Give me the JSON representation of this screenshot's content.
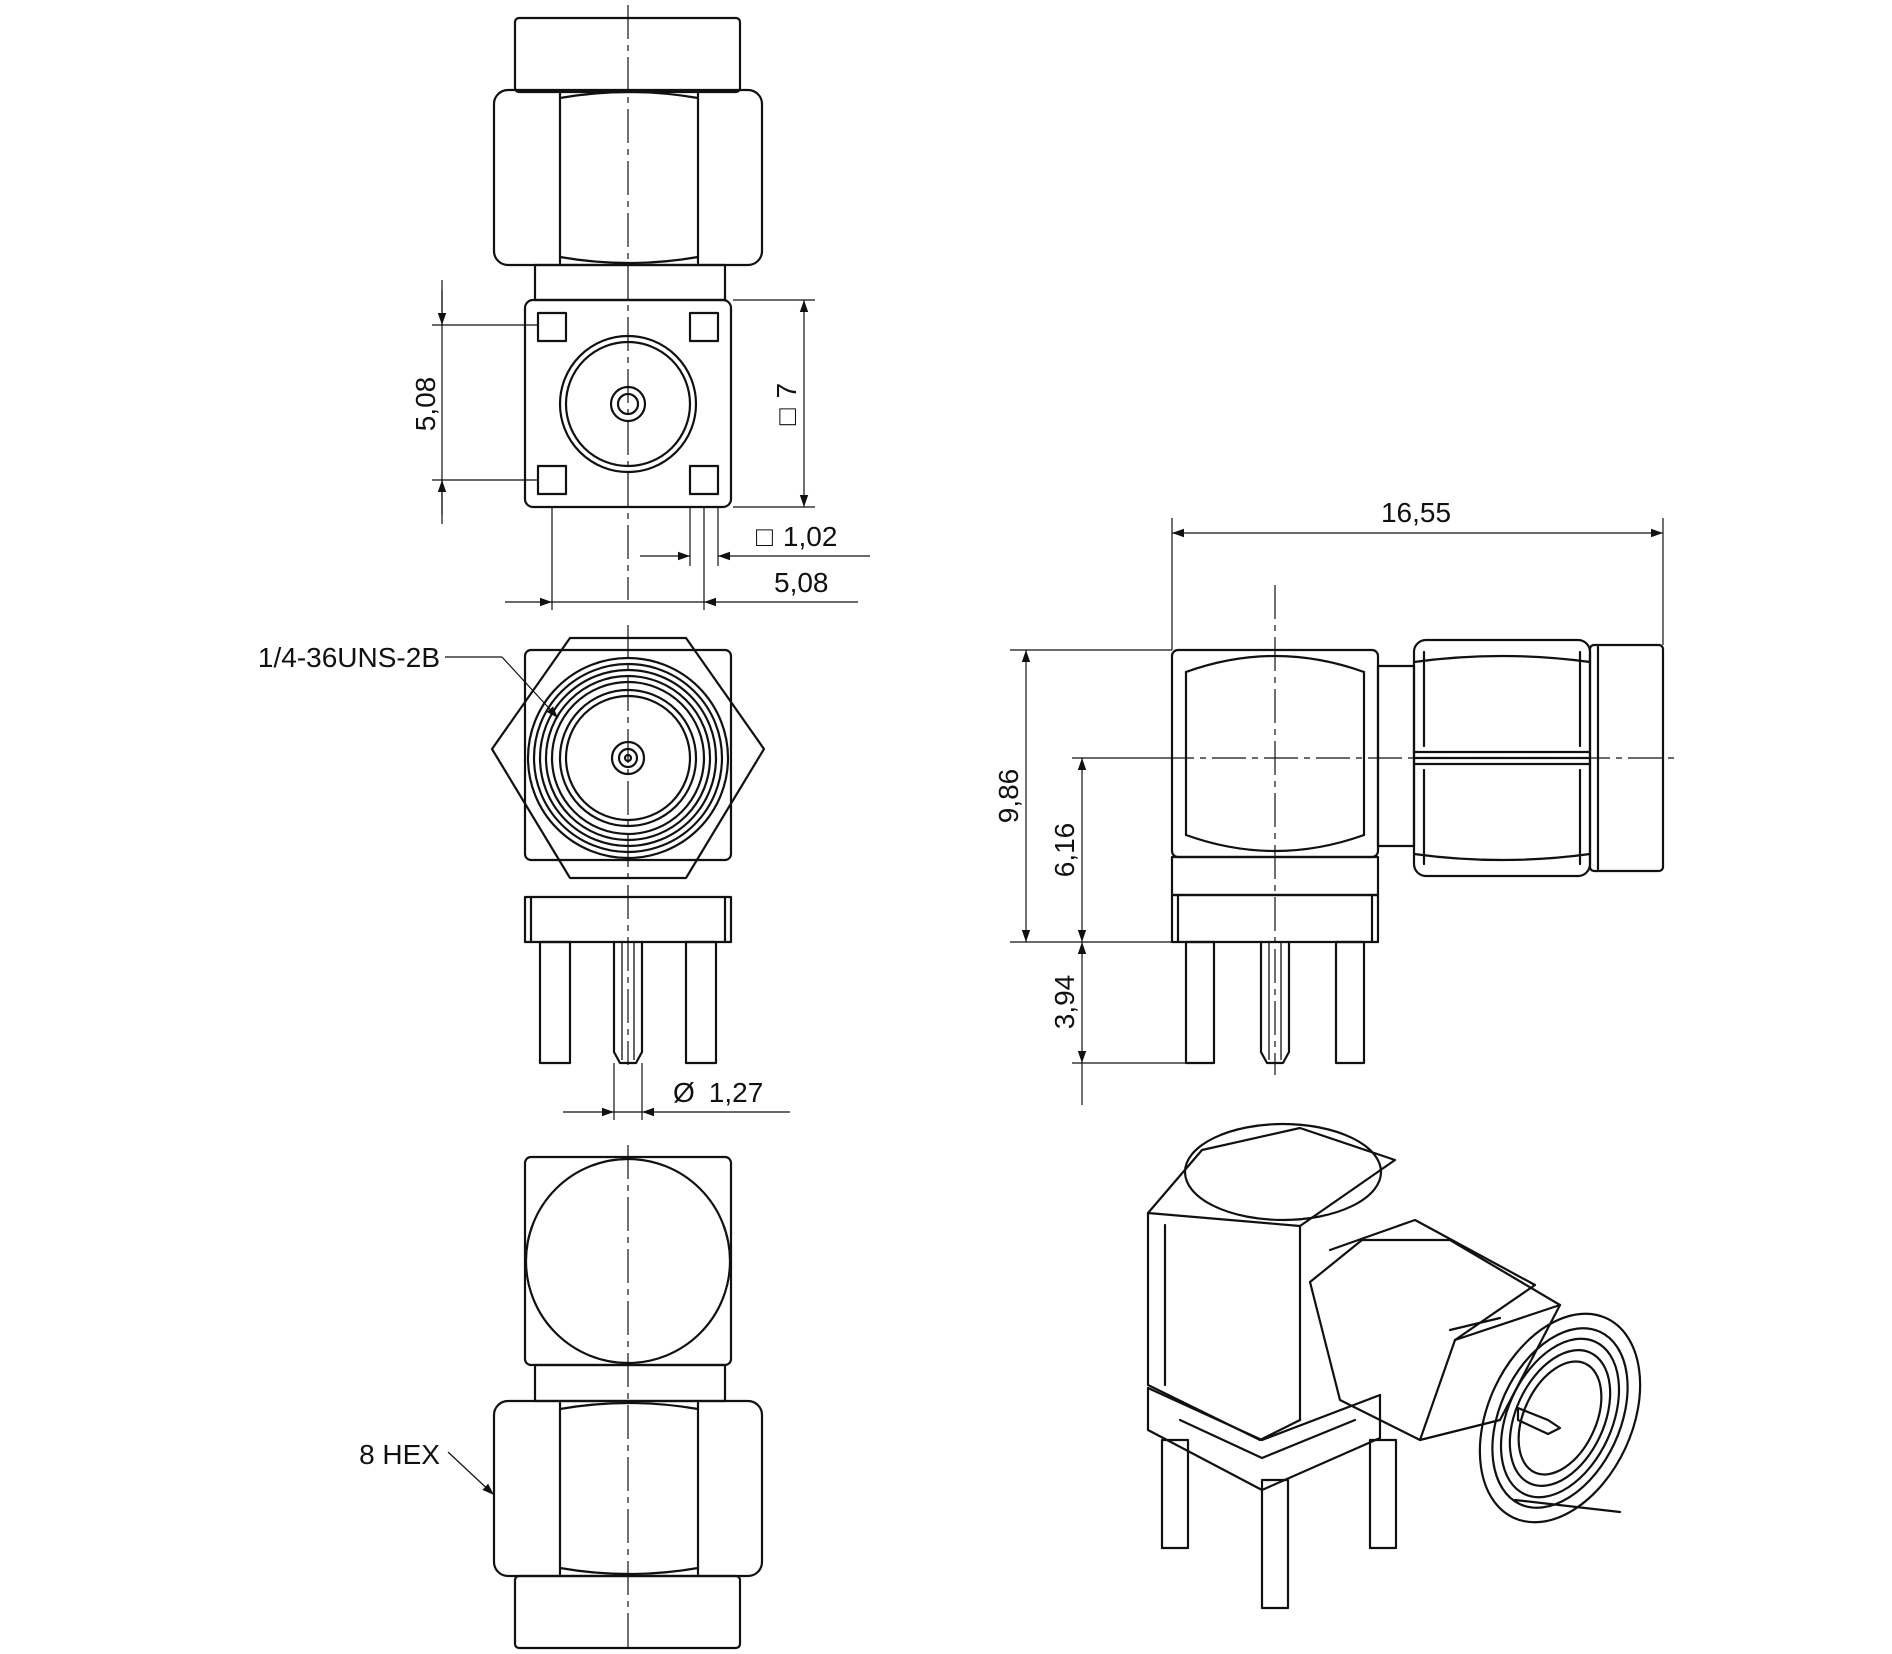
{
  "dimensions": {
    "pad_spacing_vertical": "5,08",
    "body_square": "7",
    "pad_square": "1,02",
    "pad_spacing_horizontal": "5,08",
    "overall_length": "16,55",
    "overall_height": "9,86",
    "axis_height": "6,16",
    "pin_length": "3,94",
    "pin_diameter": "1,27"
  },
  "callouts": {
    "thread": "1/4-36UNS-2B",
    "hex": "8 HEX"
  },
  "symbols": {
    "square": "□",
    "diameter": "Ø"
  }
}
